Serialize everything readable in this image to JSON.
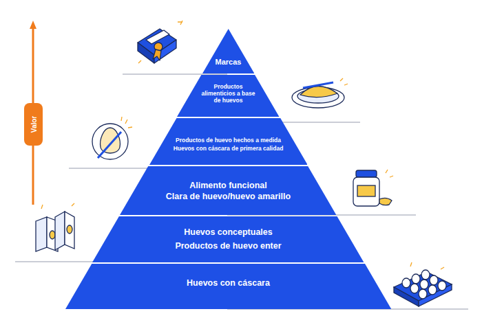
{
  "diagram": {
    "nodes": [
      {
        "text": [
          "Marcas"
        ]
      },
      {
        "text": [
          "Productos alimenticios a base de huevos"
        ]
      },
      {
        "text": [
          "Productos de huevo hechos a medida",
          "Huevos con cáscara de primera calidad"
        ]
      },
      {
        "text": [
          "Alimento funcional",
          "Clara de huevo/huevo amarillo"
        ]
      },
      {
        "text": [
          "Huevos conceptuales",
          "Productos de huevo enter"
        ]
      },
      {
        "text": [
          "Huevos con cáscara"
        ]
      }
    ],
    "labels": [
      "Valor"
    ]
  }
}
